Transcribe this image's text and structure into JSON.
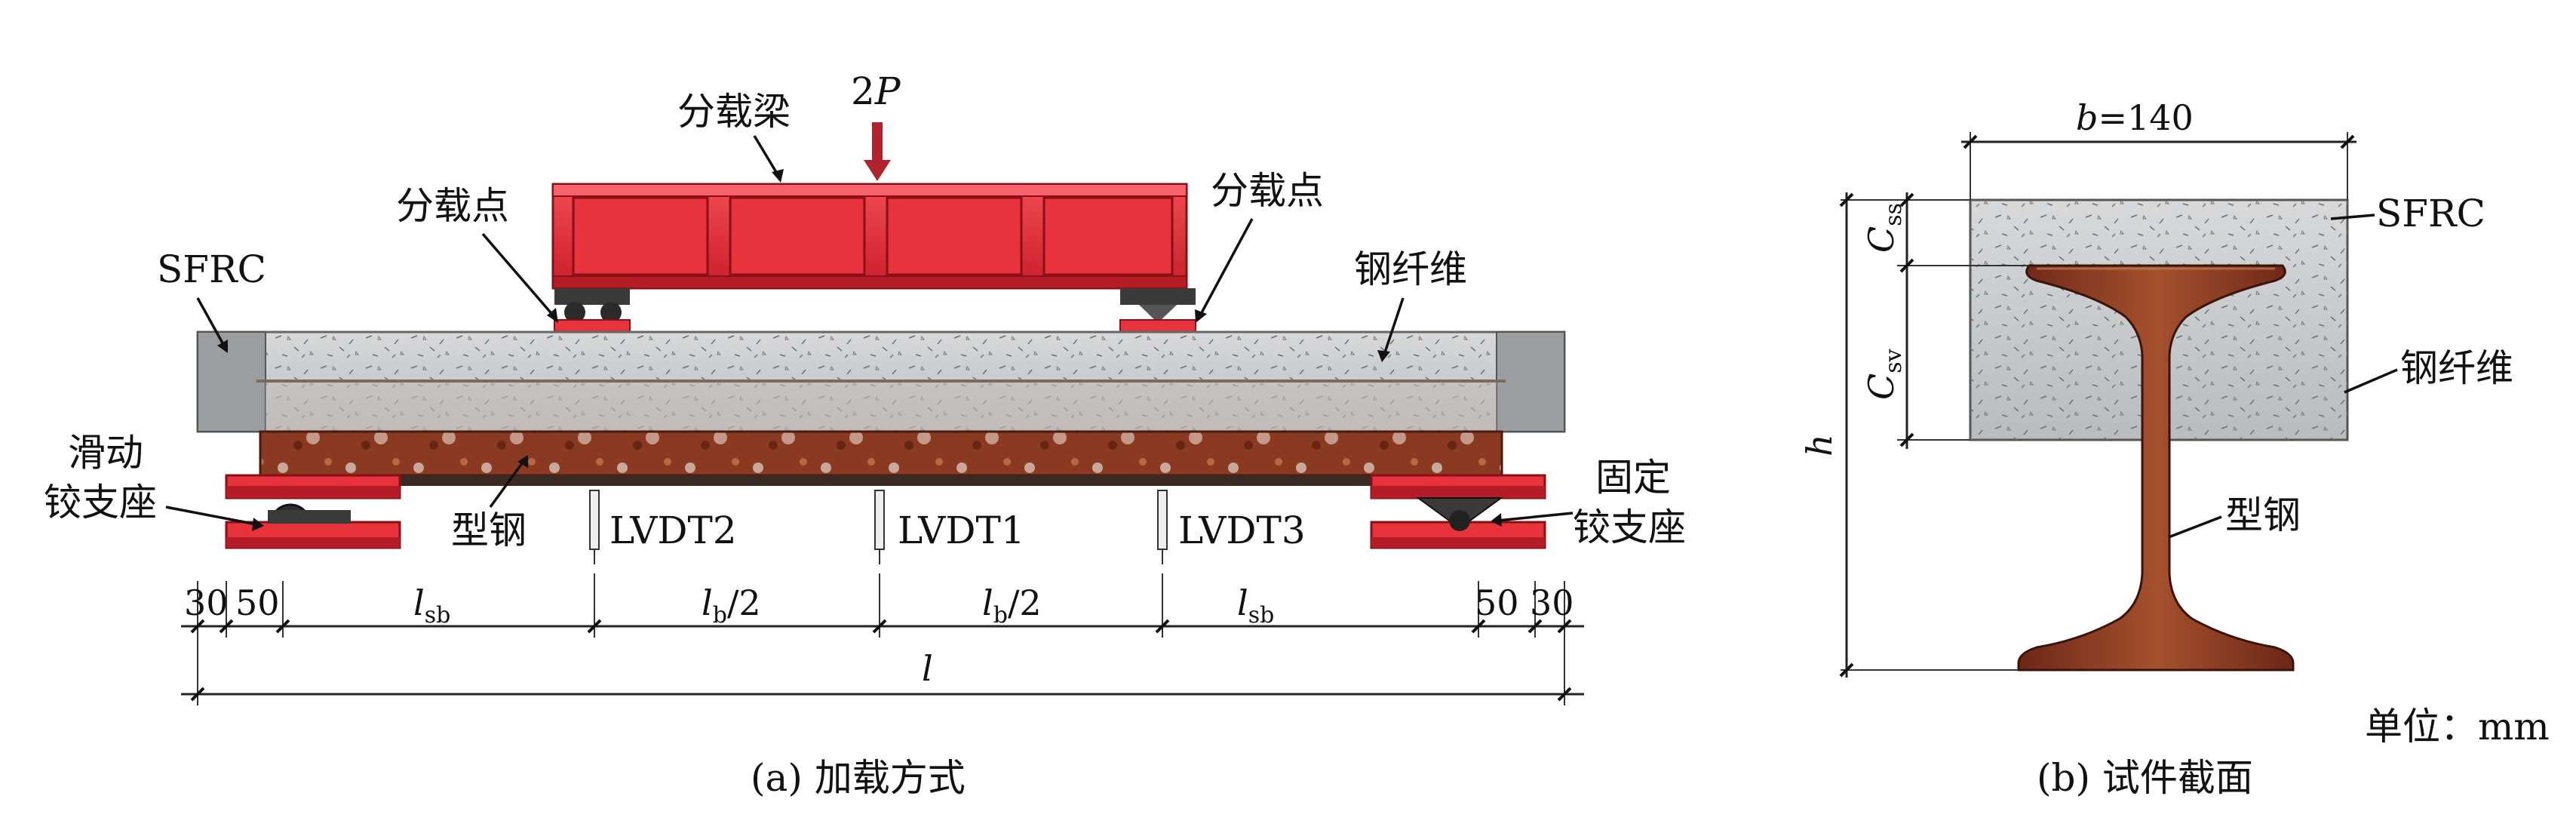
{
  "panel_a": {
    "load_label_num": "2",
    "load_label_var": "P",
    "spreader_beam": "分载梁",
    "load_point_left": "分载点",
    "load_point_right": "分载点",
    "sfrc": "SFRC",
    "steel_fiber": "钢纤维",
    "roller_support": [
      "滑动",
      "铰支座"
    ],
    "pin_support": [
      "固定",
      "铰支座"
    ],
    "steel_section": "型钢",
    "lvdt2": "LVDT2",
    "lvdt1": "LVDT1",
    "lvdt3": "LVDT3",
    "dims": {
      "d30_left": "30",
      "d50_left": "50",
      "l_sb_left_main": "l",
      "l_sb_left_sub": "sb",
      "lb_half_left_main": "l",
      "lb_half_left_sub": "b",
      "lb_half_left_tail": "/2",
      "lb_half_right_main": "l",
      "lb_half_right_sub": "b",
      "lb_half_right_tail": "/2",
      "l_sb_right_main": "l",
      "l_sb_right_sub": "sb",
      "d50_right": "50",
      "d30_right": "30",
      "l_total": "l"
    },
    "caption": "(a) 加载方式"
  },
  "panel_b": {
    "width_var": "b",
    "width_val": "=140",
    "sfrc": "SFRC",
    "steel_fiber": "钢纤维",
    "steel_section": "型钢",
    "c_ss_main": "C",
    "c_ss_sub": "ss",
    "c_sv_main": "C",
    "c_sv_sub": "sv",
    "height_var": "h",
    "caption": "(b) 试件截面"
  },
  "unit_note": "单位：mm",
  "colors": {
    "red_steel": "#e8323c",
    "red_dark": "#a51620",
    "concrete": "#c9cbcd",
    "concrete_dark": "#8d9092",
    "rust": "#8a3a22",
    "rust_light": "#b8663f"
  }
}
